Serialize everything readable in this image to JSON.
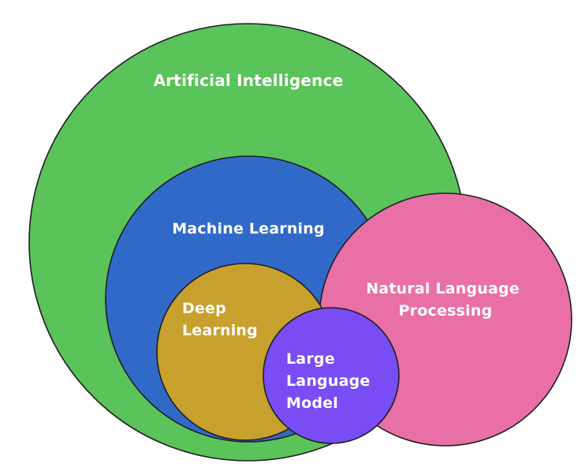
{
  "diagram": {
    "nodes": [
      {
        "id": "ai",
        "lines": [
          "Artificial Intelligence"
        ],
        "color": "#5ac35a"
      },
      {
        "id": "ml",
        "lines": [
          "Machine Learning"
        ],
        "color": "#3169c8"
      },
      {
        "id": "nlp",
        "lines": [
          "Natural Language",
          "Processing"
        ],
        "color": "#e870a6"
      },
      {
        "id": "dl",
        "lines": [
          "Deep",
          "Learning"
        ],
        "color": "#c8a02e"
      },
      {
        "id": "llm",
        "lines": [
          "Large",
          "Language",
          "Model"
        ],
        "color": "#7a4cf4"
      }
    ]
  }
}
